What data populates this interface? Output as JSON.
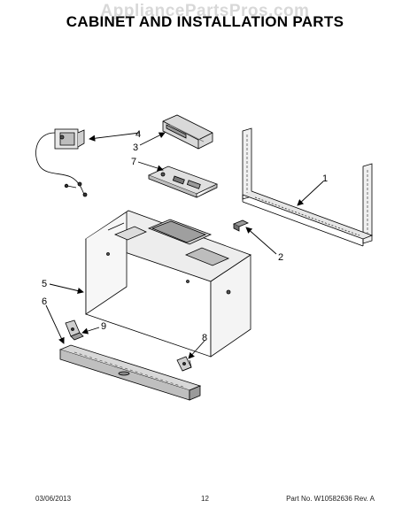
{
  "watermark": "AppliancePartsPros.com",
  "title": "CABINET AND INSTALLATION PARTS",
  "callouts": {
    "c1": "1",
    "c2": "2",
    "c3": "3",
    "c4": "4",
    "c5": "5",
    "c6": "6",
    "c7": "7",
    "c8": "8",
    "c9": "9"
  },
  "footer": {
    "date": "03/06/2013",
    "page": "12",
    "part_number": "Part No. W10582636  Rev. A"
  }
}
